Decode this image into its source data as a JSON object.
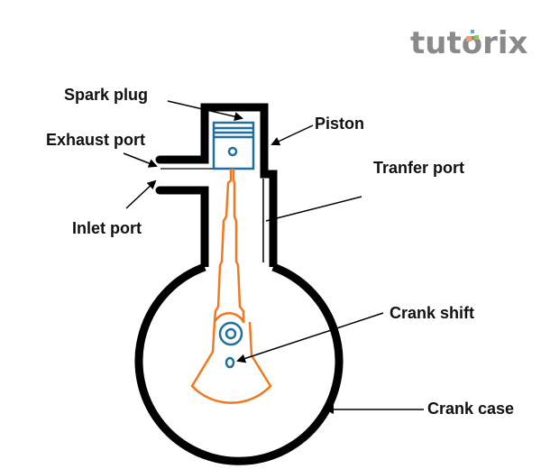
{
  "logo": {
    "text": "tutorix",
    "dot_colors": [
      "#f0a070",
      "#5fa8d8",
      "#8cc85a"
    ]
  },
  "colors": {
    "outline": "#000000",
    "piston": "#1f6fa0",
    "rod": "#f07820",
    "text": "#111111"
  },
  "labels": {
    "spark_plug": "Spark plug",
    "exhaust_port": "Exhaust port",
    "inlet_port": "Inlet port",
    "piston": "Piston",
    "transfer_port": "Tranfer port",
    "crank_shift": "Crank shift",
    "crank_case": "Crank case"
  }
}
